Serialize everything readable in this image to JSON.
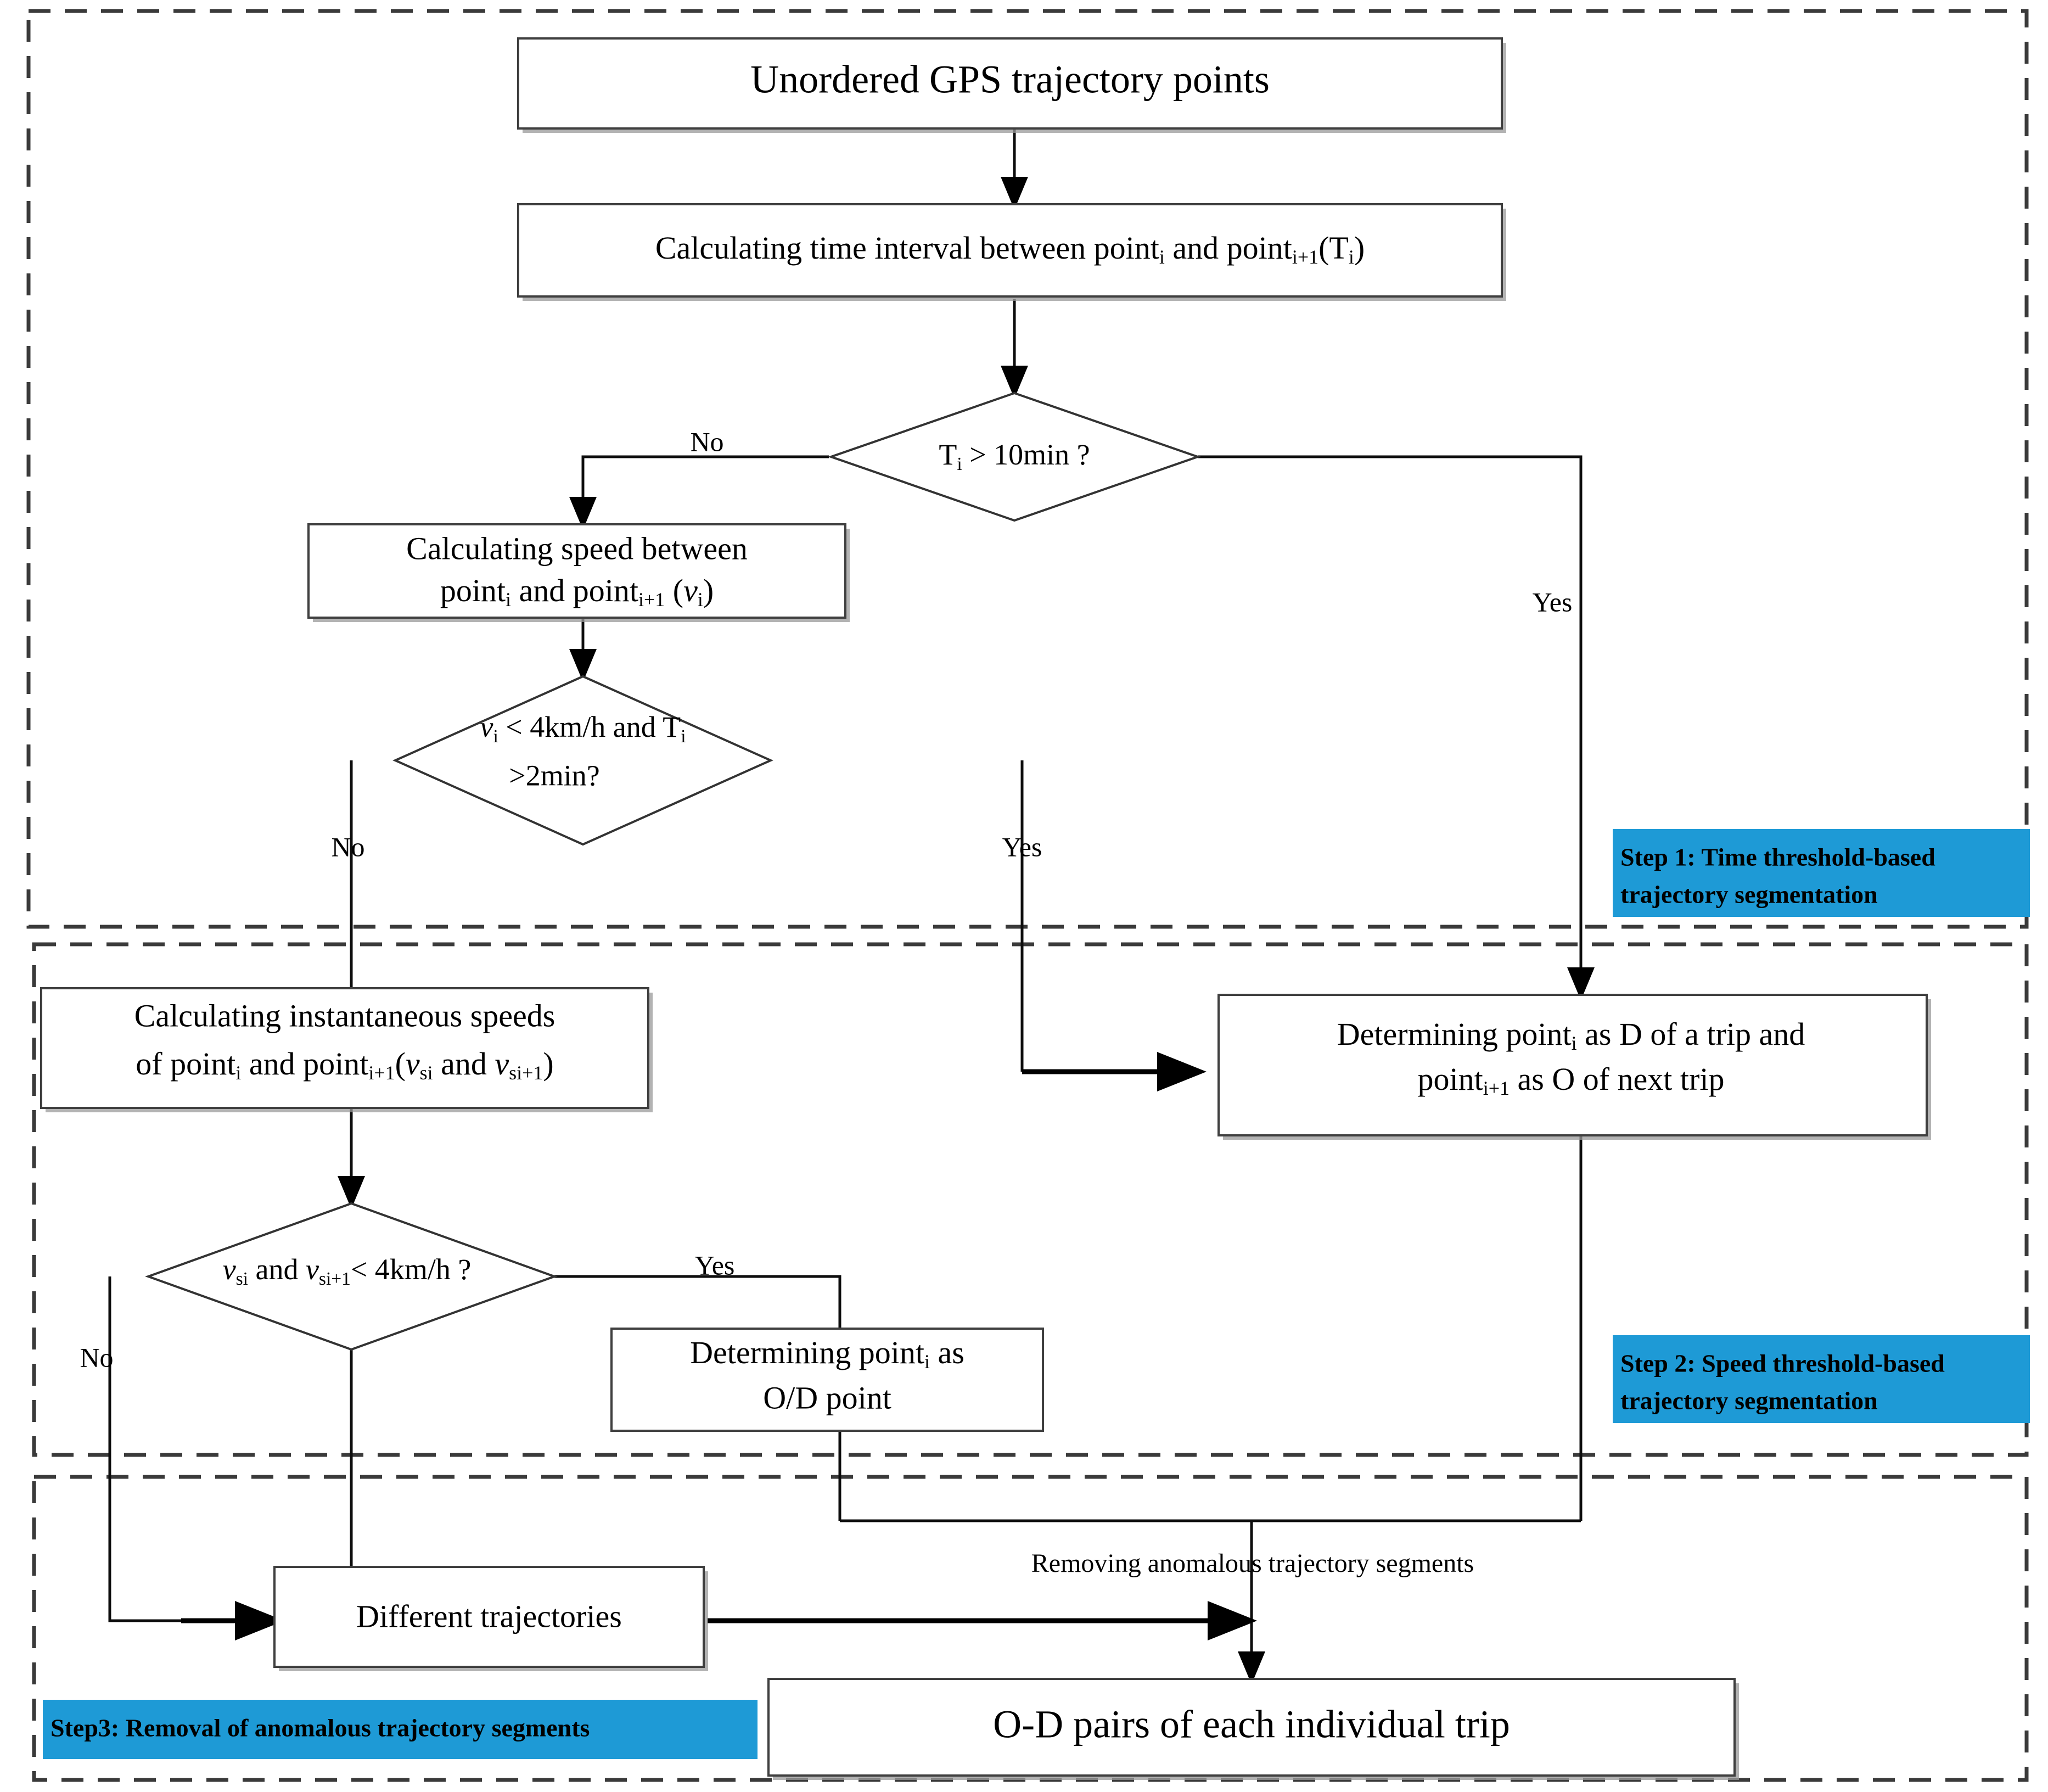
{
  "diagram": {
    "title": "GPS trajectory O-D extraction flowchart",
    "accent_color": "#1e9ad6",
    "line_color": "#000000",
    "box_border_color": "#3f3f3f",
    "background": "#ffffff"
  },
  "nodes": {
    "start": {
      "id": "unordered-gps-points",
      "label": "Unordered GPS trajectory points",
      "shape": "process"
    },
    "calc_time": {
      "id": "calculating-time-interval",
      "label_parts": [
        "Calculating time interval between point",
        "i",
        " and point",
        "i+1",
        "(T",
        "i",
        ")"
      ],
      "label_plain": "Calculating time interval between pointi and pointi+1(Ti)",
      "shape": "process"
    },
    "decision_time": {
      "id": "time-threshold-decision",
      "label_plain": "Ti > 10min ?",
      "condition_var": "T",
      "condition_sub": "i",
      "condition_rest": "> 10min ?",
      "shape": "decision",
      "branch_no": "No",
      "branch_yes": "Yes"
    },
    "calc_speed": {
      "id": "calculating-speed",
      "line1": "Calculating speed between",
      "line2_plain": "pointi and pointi+1 (vi)",
      "shape": "process"
    },
    "decision_speed": {
      "id": "speed-time-decision",
      "line1_plain": "vi < 4km/h and Ti",
      "line2_plain": ">2min?",
      "shape": "decision",
      "branch_no": "No",
      "branch_yes": "Yes"
    },
    "determine_od_trip": {
      "id": "determining-d-of-trip",
      "line1_plain": "Determining pointi as D of a trip and",
      "line2_plain": "pointi+1 as O of next trip",
      "shape": "process"
    },
    "calc_inst_speed": {
      "id": "calculating-instantaneous-speeds",
      "line1": "Calculating instantaneous speeds",
      "line2_plain": "of pointi and pointi+1(vsi and vsi+1)",
      "shape": "process"
    },
    "decision_inst_speed": {
      "id": "instantaneous-speed-decision",
      "label_plain": "vsi and vsi+1< 4km/h ?",
      "shape": "decision",
      "branch_no": "No",
      "branch_yes": "Yes"
    },
    "determine_od_point": {
      "id": "determining-od-point",
      "line1_plain": "Determining pointi as",
      "line2": "O/D point",
      "shape": "process"
    },
    "different_trajectories": {
      "id": "different-trajectories",
      "label": "Different trajectories",
      "shape": "process"
    },
    "od_pairs": {
      "id": "od-pairs-result",
      "label": "O-D pairs of each individual trip",
      "shape": "process"
    }
  },
  "edge_labels": {
    "time_no": "No",
    "time_yes": "Yes",
    "speed_no": "No",
    "speed_yes": "Yes",
    "inst_no": "No",
    "inst_yes": "Yes",
    "removing_anomalous": "Removing anomalous trajectory segments"
  },
  "step_badges": [
    {
      "id": "step-1",
      "line1": "Step 1: Time threshold-based",
      "line2": "trajectory segmentation",
      "color": "#1e9ad6"
    },
    {
      "id": "step-2",
      "line1": "Step 2: Speed threshold-based",
      "line2": "trajectory segmentation",
      "color": "#1e9ad6"
    },
    {
      "id": "step-3",
      "line1": "Step3: Removal of anomalous trajectory segments",
      "line2": "",
      "color": "#1e9ad6"
    }
  ]
}
